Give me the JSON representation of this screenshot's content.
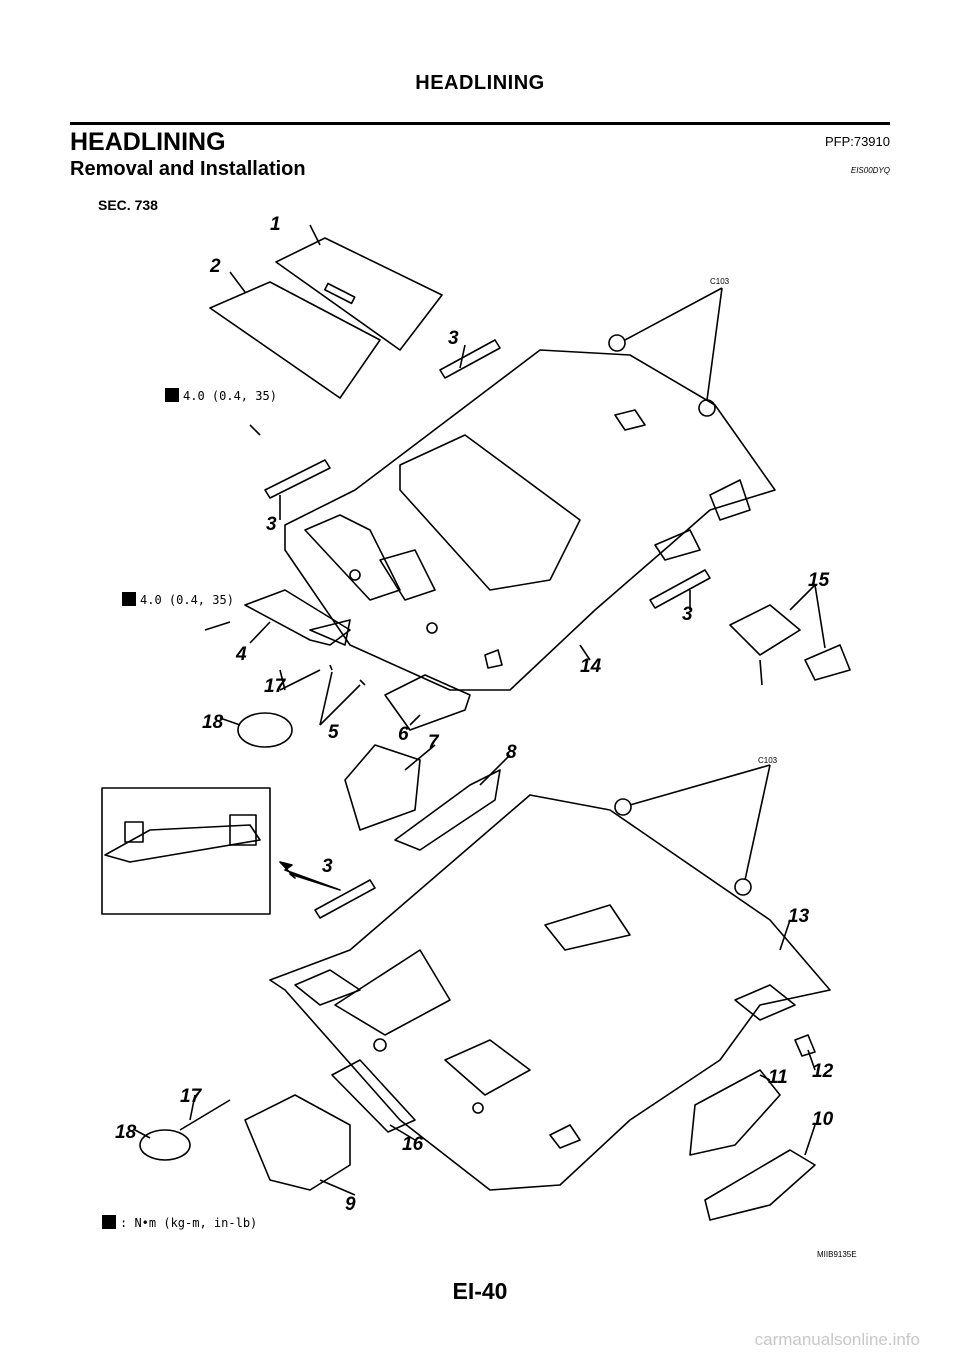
{
  "page": {
    "running_head": "HEADLINING",
    "title": "HEADLINING",
    "pfp": "PFP:73910",
    "subtitle": "Removal and Installation",
    "section_code": "EIS00DYQ",
    "page_number": "EI-40",
    "watermark": "carmanualsonline.info"
  },
  "diagram": {
    "sec_label": "SEC. 738",
    "clip_code": "C103",
    "torque_value": "4.0 (0.4, 35)",
    "legend_text": ": N•m (kg-m, in-lb)",
    "figure_id": "MIIB9135E",
    "callouts": {
      "c1": "1",
      "c2": "2",
      "c3": "3",
      "c4": "4",
      "c5": "5",
      "c6": "6",
      "c7": "7",
      "c8": "8",
      "c9": "9",
      "c10": "10",
      "c11": "11",
      "c12": "12",
      "c13": "13",
      "c14": "14",
      "c15": "15",
      "c16": "16",
      "c17": "17",
      "c18": "18"
    }
  }
}
